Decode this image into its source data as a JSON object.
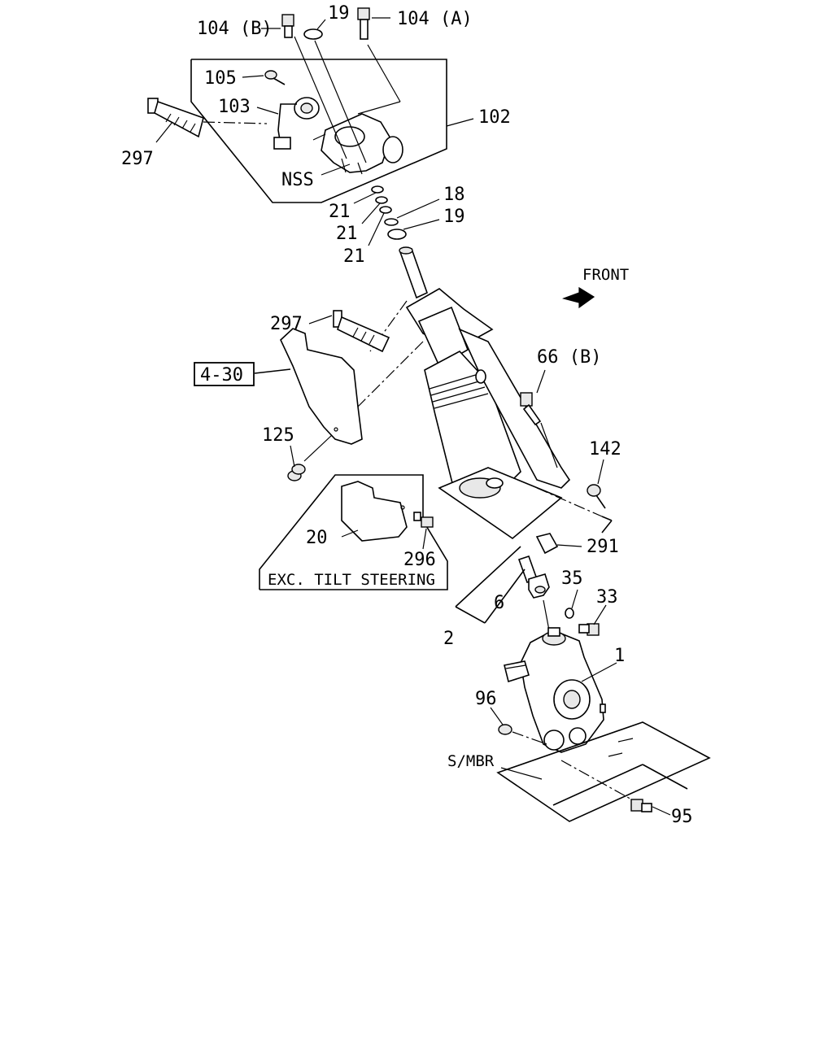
{
  "labels": {
    "l104b": "104 (B)",
    "l19a": "19",
    "l104a": "104 (A)",
    "l105": "105",
    "l103": "103",
    "l102": "102",
    "l297a": "297",
    "lnss": "NSS",
    "l21a": "21",
    "l21b": "21",
    "l21c": "21",
    "l18": "18",
    "l19b": "19",
    "front": "FRONT",
    "l297b": "297",
    "ref430": "4-30",
    "l66b": "66 (B)",
    "l125": "125",
    "l142": "142",
    "l20": "20",
    "l296": "296",
    "exc": "EXC. TILT STEERING",
    "l291": "291",
    "l35": "35",
    "l33": "33",
    "l6": "6",
    "l2": "2",
    "l1": "1",
    "l96": "96",
    "smbr": "S/MBR",
    "l95": "95"
  }
}
